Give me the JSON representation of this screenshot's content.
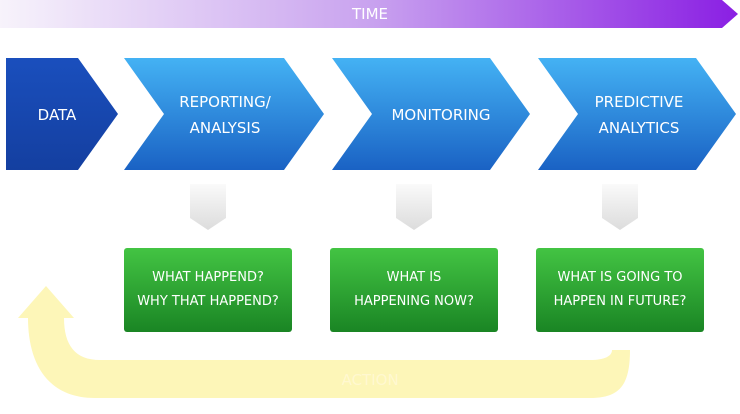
{
  "time_label": "TIME",
  "action_label": "ACTION",
  "chevrons": [
    {
      "label": "DATA"
    },
    {
      "label": "REPORTING/\nANALYSIS"
    },
    {
      "label": "MONITORING"
    },
    {
      "label": "PREDICTIVE\nANALYTICS"
    }
  ],
  "questions": [
    {
      "label": "WHAT HAPPEND?\nWHY THAT HAPPEND?"
    },
    {
      "label": "WHAT IS\nHAPPENING NOW?"
    },
    {
      "label": "WHAT IS GOING TO\nHAPPEN IN FUTURE?"
    }
  ],
  "colors": {
    "time_start": "#f7f3fb",
    "time_end": "#8a1fe3",
    "data_dark": "#1545b0",
    "data_light": "#2a6fd6",
    "chevron_top": "#3ca8f0",
    "chevron_bottom": "#1a66c8",
    "box_top": "#3fbf3f",
    "box_bottom": "#1b8a26",
    "connector": "#e4e4e4",
    "action": "#fdf6b8"
  }
}
